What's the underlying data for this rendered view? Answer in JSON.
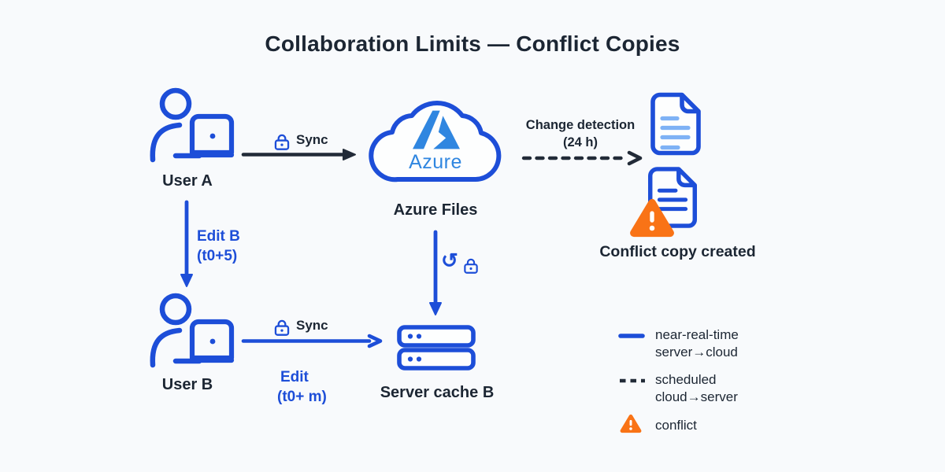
{
  "title": "Collaboration Limits — Conflict Copies",
  "icons": {
    "refresh_glyph": "↺"
  },
  "nodes": {
    "user_a": "User A",
    "user_b": "User B",
    "azure_logo": "Azure",
    "azure_files": "Azure Files",
    "server_cache": "Server cache B",
    "conflict_copy": "Conflict copy created"
  },
  "edges": {
    "sync_a": "Sync",
    "sync_b": "Sync",
    "change_line1": "Change detection",
    "change_line2": "(24 h)",
    "edit_b_line1": "Edit B",
    "edit_b_line2": "(t0+5)",
    "edit_m_line1": "Edit",
    "edit_m_line2": "(t0+ m)"
  },
  "legend": {
    "near_line1": "near-real-time",
    "near_line2": "server→cloud",
    "sched_line1": "scheduled",
    "sched_line2": "cloud→server",
    "conflict": "conflict"
  },
  "colors": {
    "primary_blue": "#1d4ed8",
    "azure_blue": "#2f86e0",
    "light_blue": "#7eb2f5",
    "orange": "#f97316",
    "ink": "#1c2633"
  }
}
